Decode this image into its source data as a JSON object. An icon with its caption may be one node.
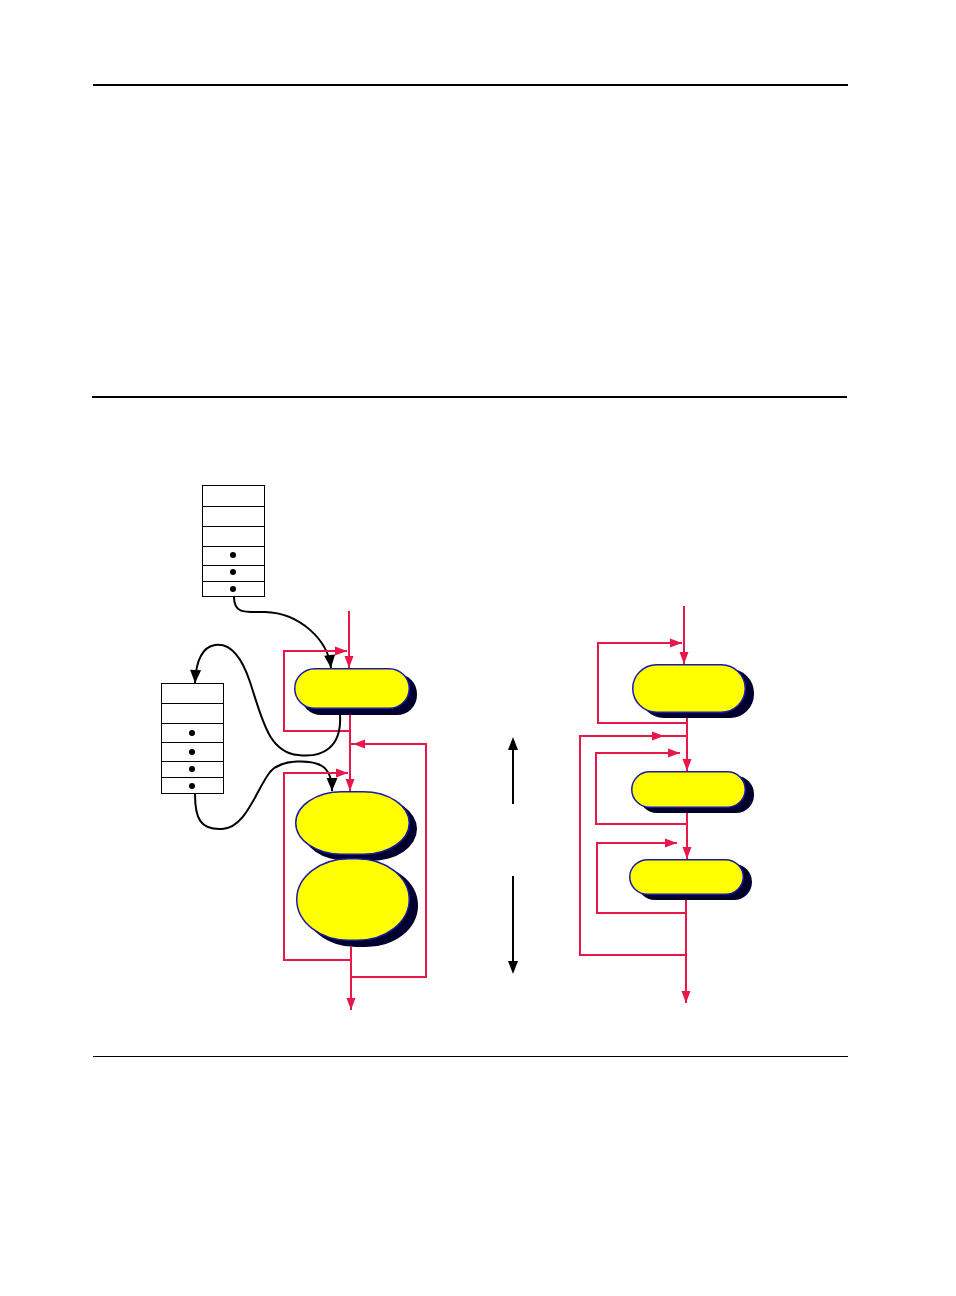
{
  "diagram": {
    "nodes": [
      {
        "text": [],
        "shape": "table"
      },
      {
        "text": [],
        "shape": "table"
      },
      {
        "text": [],
        "shape": "pill"
      },
      {
        "text": [],
        "shape": "pill"
      },
      {
        "text": [],
        "shape": "pill"
      },
      {
        "text": [],
        "shape": "pill"
      },
      {
        "text": [],
        "shape": "pill"
      },
      {
        "text": [],
        "shape": "pill"
      }
    ],
    "edges": [
      {
        "from": 0,
        "to": 2,
        "arrow": "to",
        "color": "#000000"
      },
      {
        "from": null,
        "to": 2,
        "arrow": "to"
      },
      {
        "from": 2,
        "to": 2,
        "arrow": "to"
      },
      {
        "from": 2,
        "to": 1,
        "arrow": "to",
        "color": "#000000"
      },
      {
        "from": 2,
        "to": 3,
        "arrow": "to"
      },
      {
        "from": 4,
        "to": 3,
        "arrow": "to"
      },
      {
        "from": 1,
        "to": 3,
        "arrow": "to",
        "color": "#000000"
      },
      {
        "from": 4,
        "to": 3,
        "arrow": "to"
      },
      {
        "from": 4,
        "to": null,
        "arrow": "to"
      },
      {
        "from": null,
        "to": 5,
        "arrow": "to"
      },
      {
        "from": 5,
        "to": 5,
        "arrow": "to"
      },
      {
        "from": 5,
        "to": 6,
        "arrow": "to"
      },
      {
        "from": 6,
        "to": 6,
        "arrow": "to"
      },
      {
        "from": 7,
        "to": 6,
        "arrow": "to"
      },
      {
        "from": 6,
        "to": 7,
        "arrow": "to"
      },
      {
        "from": 7,
        "to": 7,
        "arrow": "to"
      },
      {
        "from": 7,
        "to": null,
        "arrow": "to"
      }
    ]
  }
}
